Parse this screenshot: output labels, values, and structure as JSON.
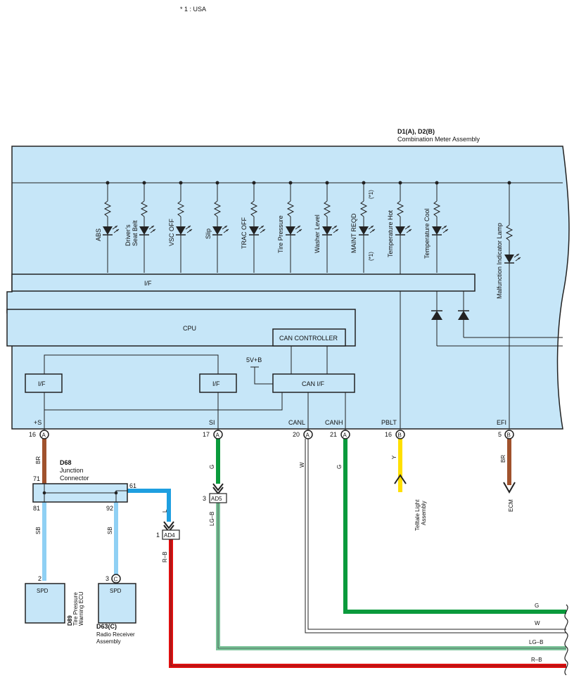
{
  "note": "* 1 : USA",
  "assembly": {
    "code": "D1(A), D2(B)",
    "name": "Combination Meter Assembly"
  },
  "indicators": [
    {
      "label": "ABS"
    },
    {
      "label": "Driver’s",
      "label2": "Seat Belt"
    },
    {
      "label": "VSC OFF"
    },
    {
      "label": "Slip"
    },
    {
      "label": "TRAC OFF"
    },
    {
      "label": "Tire Pressure"
    },
    {
      "label": "Washer Level"
    },
    {
      "label": "MAINT REQD",
      "note_top": "(*1)",
      "note_bottom": "(*1)"
    },
    {
      "label": "Temperature Hot"
    },
    {
      "label": "Temperature Cool"
    },
    {
      "label": "Malfunction Indicator Lamp"
    }
  ],
  "blocks": {
    "if_main": "I/F",
    "cpu": "CPU",
    "can_controller": "CAN CONTROLLER",
    "can_if": "CAN I/F",
    "if_left": "I/F",
    "if_mid": "I/F",
    "supply": "5V+B"
  },
  "pins": [
    {
      "name": "+S",
      "num": "16",
      "conn": "A"
    },
    {
      "name": "SI",
      "num": "17",
      "conn": "A"
    },
    {
      "name": "CANL",
      "num": "20",
      "conn": "A"
    },
    {
      "name": "CANH",
      "num": "21",
      "conn": "A"
    },
    {
      "name": "PBLT",
      "num": "16",
      "conn": "B"
    },
    {
      "name": "EFI",
      "num": "5",
      "conn": "B"
    }
  ],
  "wire_colors": {
    "br1": "BR",
    "g1": "G",
    "w1": "W",
    "g2": "G",
    "y": "Y",
    "br2": "BR",
    "l": "L",
    "sb1": "SB",
    "sb2": "SB",
    "lgb": "LG–B",
    "rb": "R–B"
  },
  "junction": {
    "code": "D68",
    "name1": "Junction",
    "name2": "Connector",
    "pin_in": "71",
    "pin_out1": "61",
    "pin_out2": "81",
    "pin_out3": "92"
  },
  "connectors": {
    "ad5": {
      "pin": "3",
      "name": "AD5"
    },
    "ad4": {
      "pin": "1",
      "name": "AD4"
    }
  },
  "ecus": {
    "tpw": {
      "pin": "2",
      "spd": "SPD",
      "code": "D89",
      "name1": "Tire Pressure",
      "name2": "Warning ECU"
    },
    "radio": {
      "pin": "3",
      "conn": "C",
      "spd": "SPD",
      "code": "D63(C)",
      "name1": "Radio Receiver",
      "name2": "Assembly"
    }
  },
  "destinations": {
    "telltale1": "Telltale Light",
    "telltale2": "Assembly",
    "ecm": "ECM"
  },
  "bus_labels": [
    "G",
    "W",
    "LG–B",
    "R–B"
  ],
  "colors": {
    "meter_fill": "#c6e6f8",
    "brown": "#a0522d",
    "green": "#0a9a3c",
    "yellow": "#ffe000",
    "light_blue": "#8fd0f4",
    "cyan": "#1e9fe0",
    "light_green": "#7cc49a",
    "red": "#e01010"
  }
}
